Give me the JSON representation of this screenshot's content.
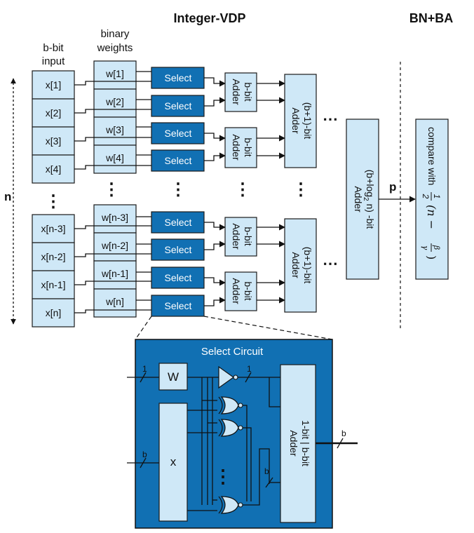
{
  "titles": {
    "integer_vdp": "Integer-VDP",
    "bn_ba": "BN+BA"
  },
  "headers": {
    "input_line1": "b-bit",
    "input_line2": "input",
    "weights_line1": "binary",
    "weights_line2": "weights"
  },
  "n_label": "n",
  "dots": "⋮",
  "hdots": "⋯",
  "inputs_top": [
    "x[1]",
    "x[2]",
    "x[3]",
    "x[4]"
  ],
  "inputs_bottom": [
    "x[n-3]",
    "x[n-2]",
    "x[n-1]",
    "x[n]"
  ],
  "weights_top": [
    "w[1]",
    "w[2]",
    "w[3]",
    "w[4]"
  ],
  "weights_bottom": [
    "w[n-3]",
    "w[n-2]",
    "w[n-1]",
    "w[n]"
  ],
  "select_label": "Select",
  "bbit_adder": {
    "line1": "b-bit",
    "line2": "Adder"
  },
  "b1_adder": {
    "line1": "(b+1)-bit",
    "line2": "Adder"
  },
  "final_adder": {
    "line1": "(b+log",
    "sub": "2",
    "line1_end": " n) -bit",
    "line2": "Adder"
  },
  "p_label": "p",
  "compare": {
    "text": "compare with",
    "frac_num": "1",
    "frac_den": "2",
    "expr_open": "(n −",
    "beta": "β",
    "gamma": "γ",
    "expr_close": ")"
  },
  "select_circuit": {
    "title": "Select Circuit",
    "w_label": "W",
    "x_label": "x",
    "width_1": "1",
    "width_b": "b",
    "adder_line1": "1-bit | b-bit",
    "adder_line2": "Adder"
  },
  "colors": {
    "light": "#cfe8f7",
    "dark": "#1170b3",
    "panel": "#1170b3"
  }
}
